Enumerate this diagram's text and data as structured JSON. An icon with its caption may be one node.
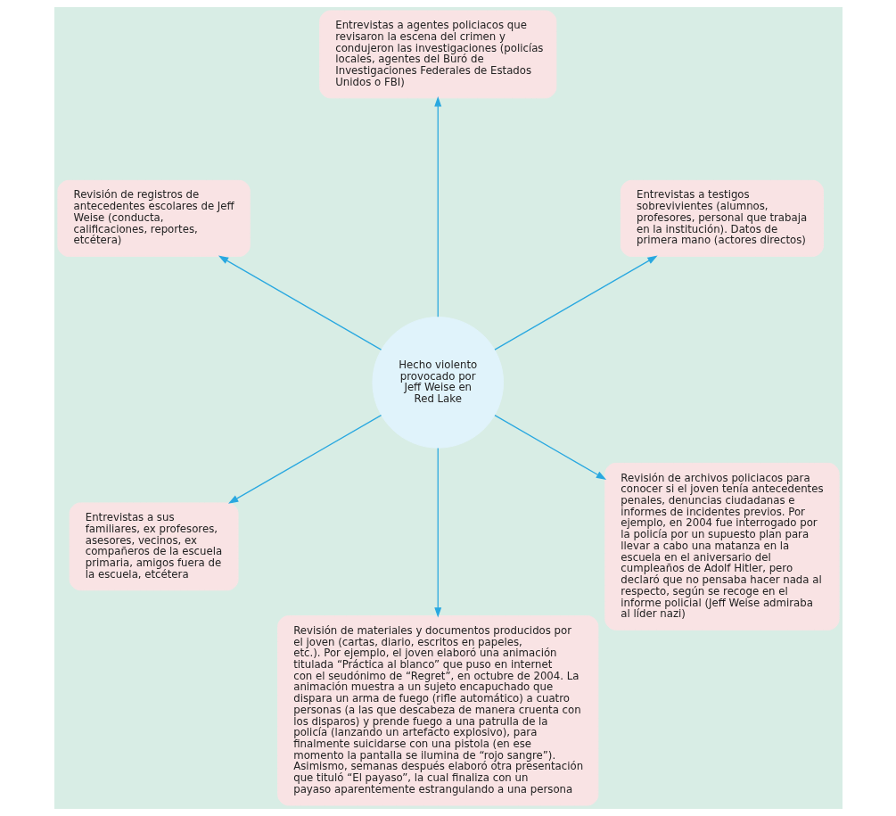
{
  "diagram": {
    "nodes": [
      {
        "text": [
          "Hecho violento provocado por Jeff Weise en Red Lake"
        ]
      },
      {
        "text": [
          "Entrevistas a testigos sobrevivientes (alumnos, profesores, personal que trabaja en la institución). Datos de primera mano (actores directos)"
        ]
      },
      {
        "text": [
          "Entrevistas a agentes policiacos que revisaron la escena del crimen y condujeron las investigaciones (policías locales, agentes del Buró de Investigaciones Federales de Estados Unidos o FBI)"
        ]
      },
      {
        "text": [
          "Revisión de registros de antecedentes escolares de Jeff Weise (conducta, calificaciones, reportes, etcétera)"
        ]
      },
      {
        "text": [
          "Entrevistas a sus familiares, ex profesores, asesores, vecinos, ex compañeros de la escuela primaria, amigos fuera de la escuela, etcétera"
        ]
      },
      {
        "text": [
          "Revisión de materiales y documentos producidos por el joven (cartas, diario, escritos en papeles, etc.). Por ejemplo, el joven elaboró una animación titulada “Práctica al blanco” que puso en internet con el seudónimo de “Regret”, en octubre de 2004. La animación muestra a un sujeto encapuchado que dispara un arma de fuego (rifle automático) a cuatro personas (a las que descabeza de manera cruenta con los disparos) y prende fuego a una patrulla de la policía (lanzando un artefacto explosivo), para finalmente suicidarse con una pistola (en ese momento la pantalla se ilumina de “rojo sangre”). Asimismo, semanas después elaboró otra presentación que tituló “El payaso”, la cual finaliza con un payaso aparentemente estrangulando a una persona"
        ]
      },
      {
        "text": [
          "Revisión de archivos policiacos para conocer si el joven tenía antecedentes penales, denuncias ciudadanas e informes de incidentes previos. Por ejemplo, en 2004 fue interrogado por la policía por un supuesto plan para llevar a cabo una matanza en la escuela en el aniversario del cumpleaños de Adolf Hitler, pero declaró que no pensaba hacer nada al respecto, según se recoge en el informe policial (Jeff Weise admiraba al líder nazi)"
        ]
      }
    ],
    "edges": [
      {
        "from": 0,
        "to": 1,
        "arrow": "to"
      },
      {
        "from": 0,
        "to": 2,
        "arrow": "to"
      },
      {
        "from": 0,
        "to": 4,
        "arrow": "to"
      },
      {
        "from": 0,
        "to": 6,
        "arrow": "to"
      },
      {
        "from": 0,
        "to": 5,
        "arrow": "to"
      },
      {
        "from": 0,
        "to": 3,
        "arrow": "to"
      }
    ]
  }
}
